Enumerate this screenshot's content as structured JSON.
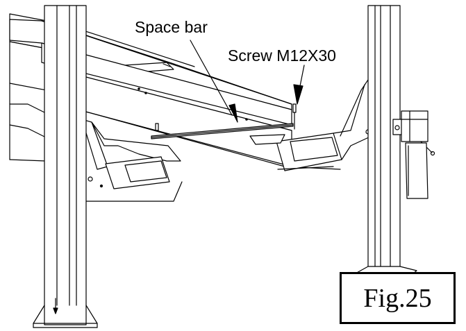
{
  "callouts": {
    "space_bar": "Space bar",
    "screw": "Screw M12X30"
  },
  "figure": {
    "label": "Fig.25"
  },
  "colors": {
    "line": "#000000",
    "fill": "#ffffff",
    "shade": "#e6e6e6"
  }
}
